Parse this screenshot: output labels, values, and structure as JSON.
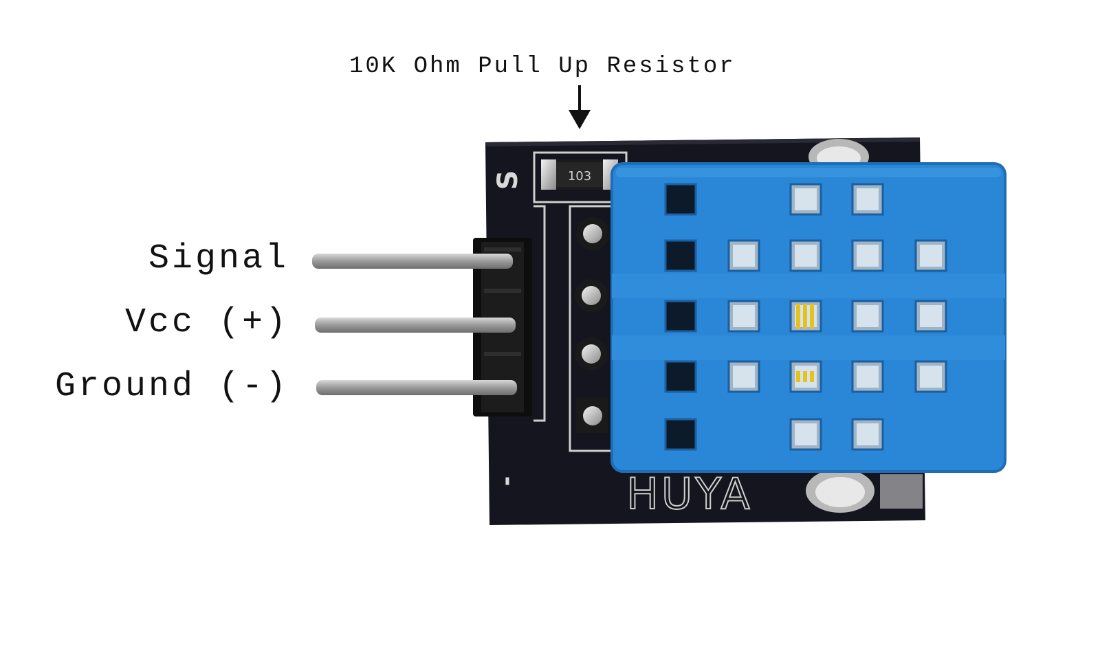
{
  "annotation": {
    "resistor": "10K Ohm Pull Up Resistor"
  },
  "pins": [
    {
      "label": "Signal"
    },
    {
      "label": "Vcc (+)"
    },
    {
      "label": "Ground (-)"
    }
  ],
  "board": {
    "silkscreen_s": "S",
    "silkscreen_minus": "-",
    "brand": "HUYA",
    "resistor_code": "103"
  },
  "colors": {
    "pcb": "#15151f",
    "sensor_blue": "#2a86d6",
    "pin_metal": "#a9a9a9",
    "header_plastic": "#0d0d0d",
    "silkscreen": "#d9d9d9",
    "sensor_element": "#e6c21d"
  }
}
